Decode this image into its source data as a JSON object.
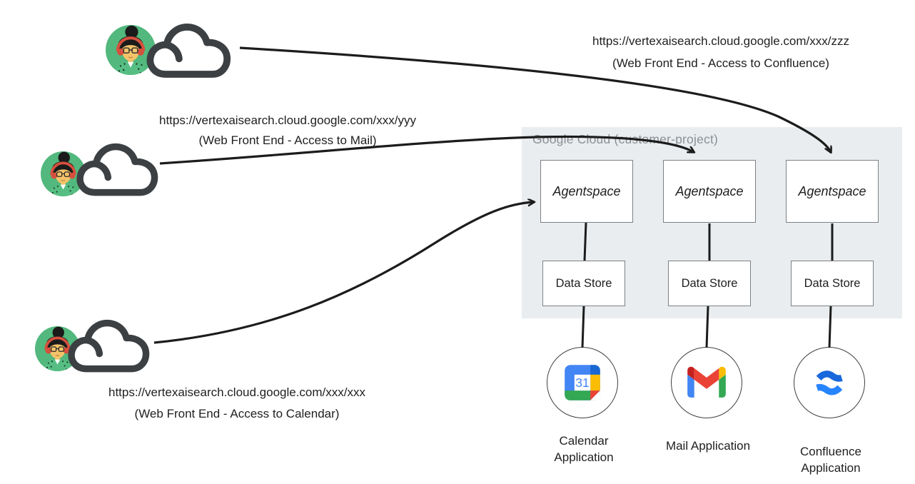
{
  "endpoints": [
    {
      "url": "https://vertexaisearch.cloud.google.com/xxx/zzz",
      "caption": "(Web Front End - Access to Confluence)"
    },
    {
      "url": "https://vertexaisearch.cloud.google.com/xxx/yyy",
      "caption": "(Web Front End - Access to Mail)"
    },
    {
      "url": "https://vertexaisearch.cloud.google.com/xxx/xxx",
      "caption": "(Web Front End - Access to Calendar)"
    }
  ],
  "project": {
    "label": "Google Cloud (customer-project)",
    "columns": [
      {
        "agent": "Agentspace",
        "store": "Data Store",
        "app_label": "Calendar Application",
        "icon": "google-calendar-icon",
        "calendar_day": "31"
      },
      {
        "agent": "Agentspace",
        "store": "Data Store",
        "app_label": "Mail Application",
        "icon": "gmail-icon"
      },
      {
        "agent": "Agentspace",
        "store": "Data Store",
        "app_label": "Confluence Application",
        "icon": "confluence-icon"
      }
    ]
  },
  "users": [
    {
      "id": "user-confluence"
    },
    {
      "id": "user-mail"
    },
    {
      "id": "user-calendar"
    }
  ],
  "colors": {
    "project_bg": "#e9edef",
    "project_label": "#8a9096",
    "box_border": "#7d8084",
    "arrow": "#1c1c1c",
    "cloud_icon": "#3c4043",
    "avatar_bg": "#52b87d",
    "headphones": "#d6503e",
    "skin": "#f4c36a",
    "calendar_blue": "#4285f4",
    "calendar_dark_blue": "#1967d2",
    "calendar_yellow": "#fbbc04",
    "calendar_green": "#34a853",
    "calendar_red": "#ea4335",
    "gmail_dark_red": "#c5221f",
    "confluence_blue": "#1868db",
    "confluence_light_blue": "#2684ff"
  }
}
